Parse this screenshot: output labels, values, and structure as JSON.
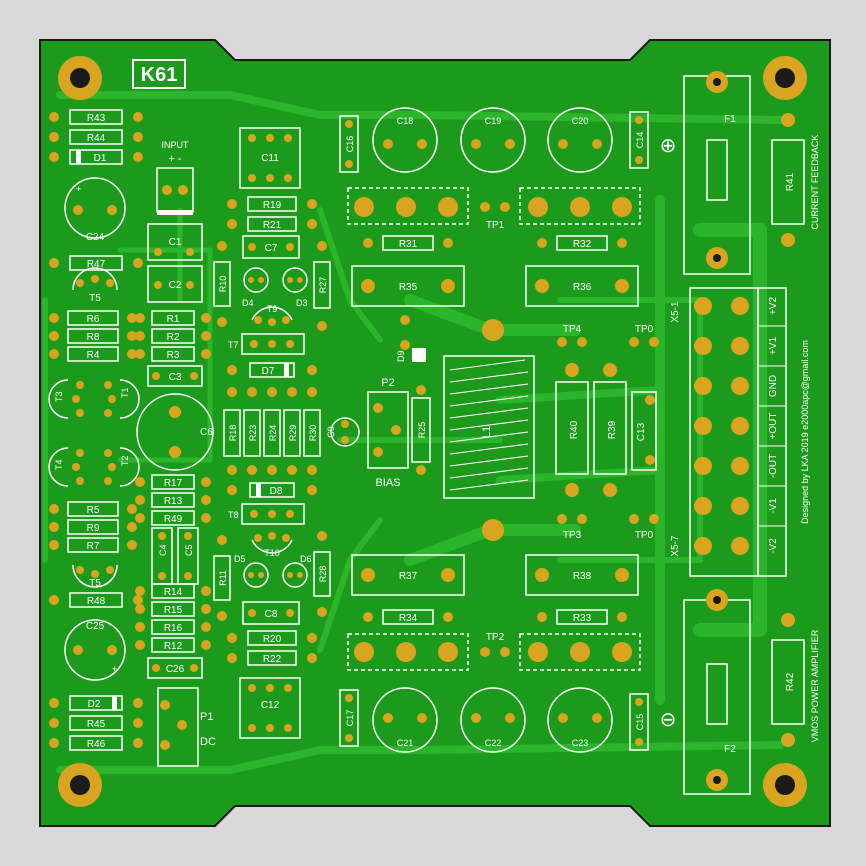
{
  "board": {
    "code": "K61",
    "input_label": "INPUT",
    "input_polarity": "+  -",
    "bias_label": "BIAS",
    "dc_label": "DC",
    "current_feedback": "CURRENT FEEDBACK",
    "title_vertical": "VMOS POWER AMPLIFIER",
    "designer": "Designed by LKA 2019 e2000apc@gmail.com",
    "connector_top": "X5-1",
    "connector_bottom": "X5-7",
    "connector_pins": [
      "+V2",
      "+V1",
      "GND",
      "+OUT",
      "-OUT",
      "-V1",
      "-V2"
    ],
    "plus_symbol": "⊕",
    "minus_symbol": "⊖"
  },
  "colors": {
    "substrate": "#1c9a1c",
    "copper": "#2bb52b",
    "pad": "#d9a520",
    "silk": "#ffffff",
    "hole": "#1a1a1a"
  },
  "components": {
    "R43": "R43",
    "R44": "R44",
    "D1": "D1",
    "C24": "C24",
    "R47": "R47",
    "T5a": "T5",
    "R6": "R6",
    "R8": "R8",
    "R4": "R4",
    "R1": "R1",
    "R2": "R2",
    "R3": "R3",
    "C3": "C3",
    "T3": "T3",
    "T1": "T1",
    "T4": "T4",
    "T2": "T2",
    "C6": "C6",
    "C1": "C1",
    "C2": "C2",
    "R10": "R10",
    "R19": "R19",
    "R21": "R21",
    "C7": "C7",
    "C11": "C11",
    "C16": "C16",
    "D4": "D4",
    "T9": "T9",
    "D3": "D3",
    "R27": "R27",
    "T7": "T7",
    "D7": "D7",
    "R18": "R18",
    "R23": "R23",
    "R24": "R24",
    "R29": "R29",
    "R30": "R30",
    "C9": "C9",
    "D8": "D8",
    "T8": "T8",
    "T10": "T10",
    "D5": "D5",
    "D6": "D6",
    "R11": "R11",
    "R28": "R28",
    "R17": "R17",
    "R13": "R13",
    "R49": "R49",
    "R5": "R5",
    "R9": "R9",
    "R7": "R7",
    "T5b": "T5",
    "C4": "C4",
    "C5": "C5",
    "R48": "R48",
    "R14": "R14",
    "R15": "R15",
    "R16": "R16",
    "R12": "R12",
    "C25": "C25",
    "C26": "C26",
    "C8": "C8",
    "R20": "R20",
    "R22": "R22",
    "C12": "C12",
    "C17": "C17",
    "D2": "D2",
    "R45": "R45",
    "R46": "R46",
    "P1": "P1",
    "P2": "P2",
    "R25": "R25",
    "D9": "D9",
    "L1": "L1",
    "C18": "C18",
    "C19": "C19",
    "C20": "C20",
    "C14": "C14",
    "TP1": "TP1",
    "R31": "R31",
    "R32": "R32",
    "R35": "R35",
    "R36": "R36",
    "TP4": "TP4",
    "TP0a": "TP0",
    "R40": "R40",
    "R39": "R39",
    "C13": "C13",
    "TP3": "TP3",
    "TP0b": "TP0",
    "R37": "R37",
    "R38": "R38",
    "R34": "R34",
    "R33": "R33",
    "TP2": "TP2",
    "C21": "C21",
    "C22": "C22",
    "C23": "C23",
    "C15": "C15",
    "F1": "F1",
    "F2": "F2",
    "R41": "R41",
    "R42": "R42"
  }
}
